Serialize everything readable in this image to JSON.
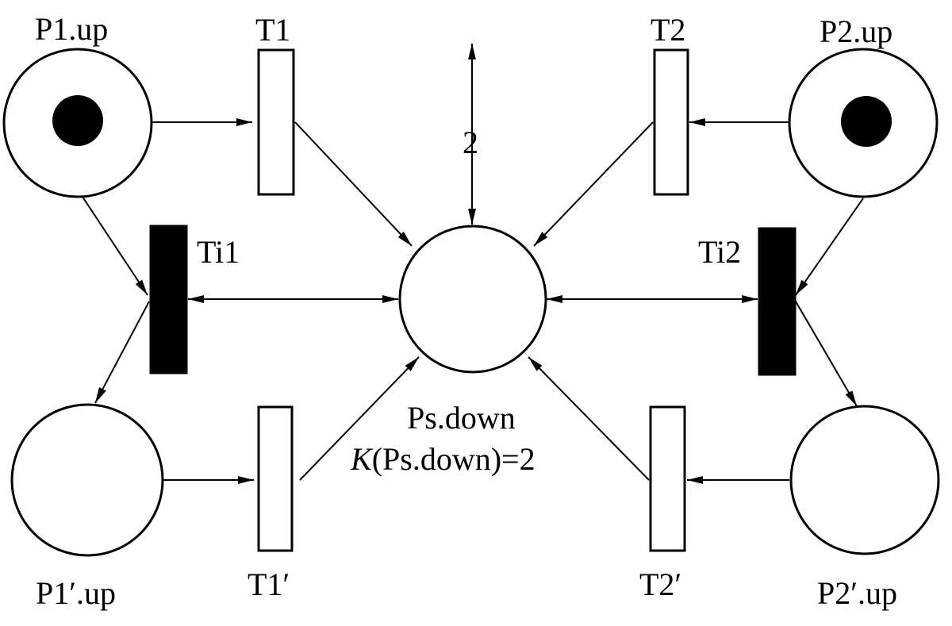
{
  "colors": {
    "stroke": "#000000",
    "token": "#000000",
    "immediate_transition": "#000000",
    "timed_transition": "#ffffff"
  },
  "places": {
    "p1_up": {
      "label": "P1.up",
      "tokens": 1
    },
    "p2_up": {
      "label": "P2.up",
      "tokens": 1
    },
    "p1p_up": {
      "label": "P1′.up",
      "tokens": 0
    },
    "p2p_up": {
      "label": "P2′.up",
      "tokens": 0
    },
    "ps_down": {
      "label": "Ps.down",
      "capacity_prefix": "K",
      "capacity_rest": "(Ps.down)=2",
      "tokens": 0
    }
  },
  "transitions": {
    "t1": {
      "label": "T1"
    },
    "t2": {
      "label": "T2"
    },
    "ti1": {
      "label": "Ti1"
    },
    "ti2": {
      "label": "Ti2"
    },
    "t1p": {
      "label": "T1′"
    },
    "t2p": {
      "label": "T2′"
    }
  },
  "arc_weight": "2"
}
